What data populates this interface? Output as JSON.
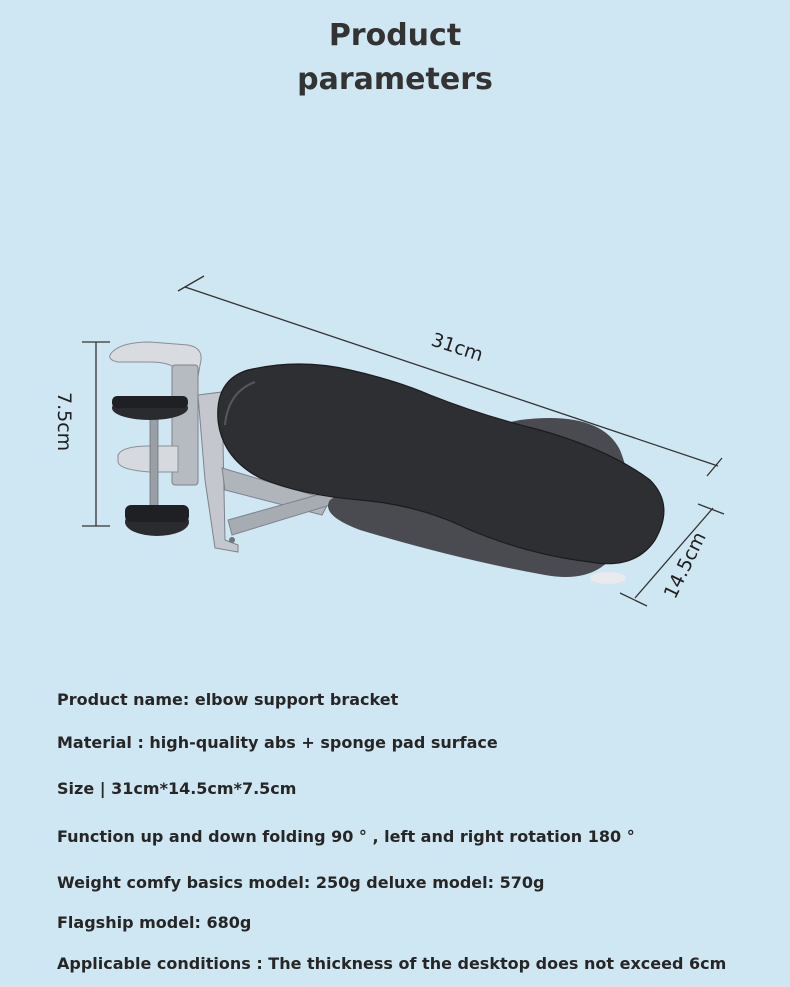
{
  "title": {
    "line1": "Product",
    "line2": "parameters"
  },
  "dimensions": {
    "length": "31cm",
    "width": "14.5cm",
    "height": "7.5cm"
  },
  "specs": {
    "product_name": "Product name: elbow support bracket",
    "material": "Material : high-quality abs + sponge pad surface",
    "size": "Size | 31cm*14.5cm*7.5cm",
    "function": "Function up and down folding 90 ° , left and right rotation 180 °",
    "weight": "Weight comfy basics model: 250g deluxe model: 570g",
    "flagship": "Flagship model: 680g",
    "conditions": "Applicable conditions : The thickness of the desktop does not exceed 6cm"
  },
  "colors": {
    "background": "#cfe6f3",
    "pad": "#2e2f33",
    "metal": "#c9ccd1"
  }
}
